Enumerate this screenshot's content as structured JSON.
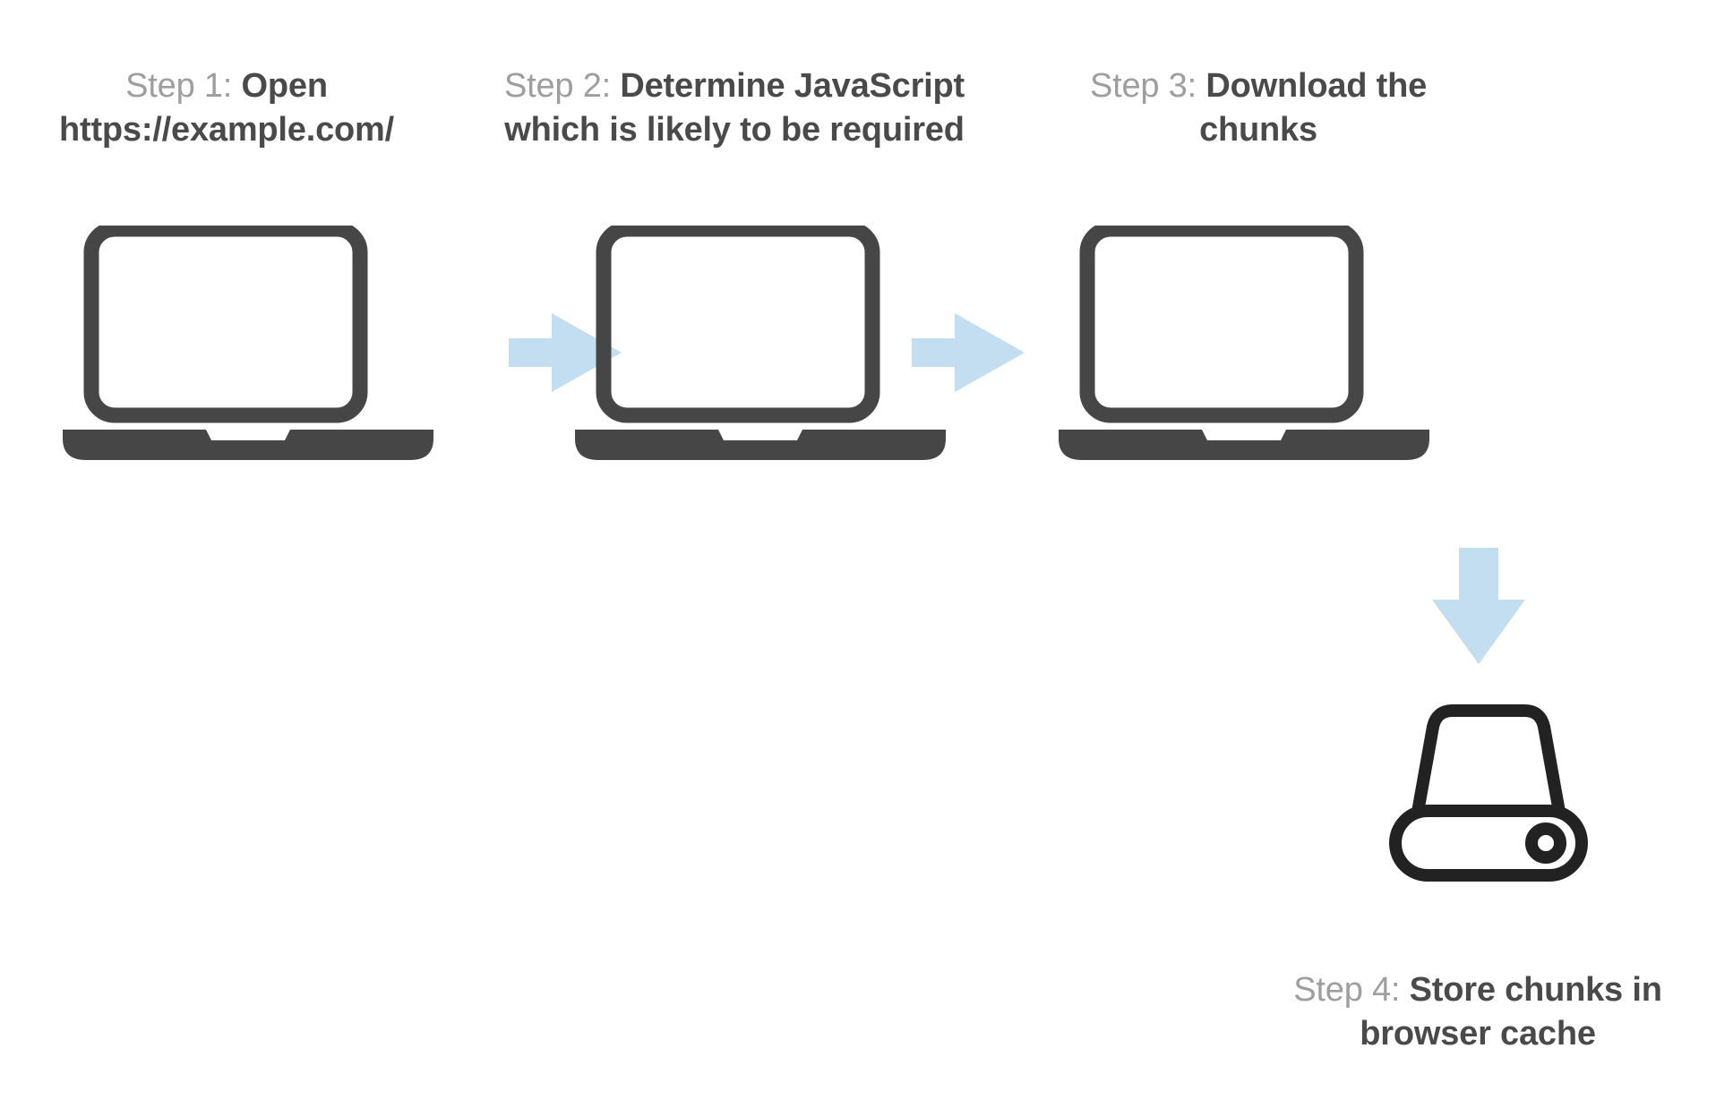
{
  "diagram": {
    "title": "Browser JavaScript chunk caching flow",
    "background_color": "#ffffff",
    "colors": {
      "step_label_gray": "#9e9e9e",
      "step_text_dark": "#4a4a4a",
      "icon_dark_gray": "#464646",
      "arrow_light_blue": "#c3ddf1",
      "disk_black": "#222222"
    },
    "steps": [
      {
        "id": "step-1",
        "label": "Step 1: ",
        "text": "Open https://example.com/",
        "icon": "laptop-icon"
      },
      {
        "id": "step-2",
        "label": "Step 2: ",
        "text": "Determine JavaScript which is likely to be required",
        "icon": "laptop-icon"
      },
      {
        "id": "step-3",
        "label": "Step 3: ",
        "text": "Download the chunks",
        "icon": "laptop-icon"
      },
      {
        "id": "step-4",
        "label": "Step 4: ",
        "text": "Store chunks in browser cache",
        "icon": "disk-icon"
      }
    ],
    "connectors": [
      {
        "id": "arrow-1",
        "direction": "right",
        "from": "step-1",
        "to": "step-2"
      },
      {
        "id": "arrow-2",
        "direction": "right",
        "from": "step-2",
        "to": "step-3"
      },
      {
        "id": "arrow-3",
        "direction": "down",
        "from": "step-3",
        "to": "step-4"
      }
    ]
  }
}
